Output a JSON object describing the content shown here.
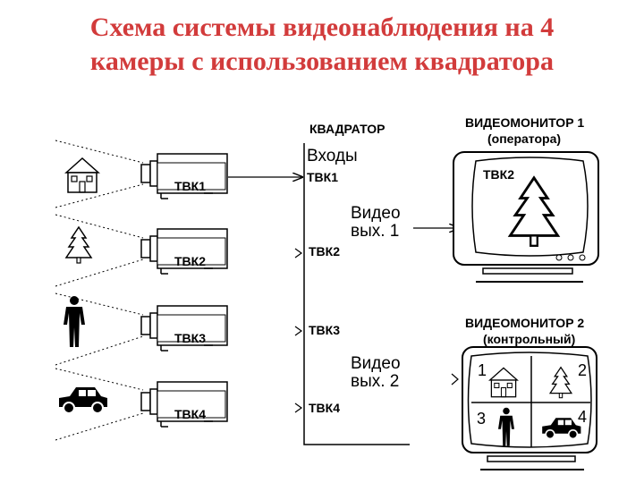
{
  "title": {
    "line1": "Схема системы видеонаблюдения на 4",
    "line2": "камеры с использованием квадратора"
  },
  "cameras": [
    "ТВК1",
    "ТВК2",
    "ТВК3",
    "ТВК4"
  ],
  "quadrator": {
    "title": "КВАДРАТОР",
    "inputs_label": "Входы",
    "inputs": [
      "ТВК1",
      "ТВК2",
      "ТВК3",
      "ТВК4"
    ],
    "out1": {
      "line1": "Видео",
      "line2": "вых. 1"
    },
    "out2": {
      "line1": "Видео",
      "line2": "вых. 2"
    }
  },
  "monitor1": {
    "title": "ВИДЕОМОНИТОР 1",
    "subtitle": "(оператора)",
    "screen_label": "ТВК2"
  },
  "monitor2": {
    "title": "ВИДЕОМОНИТОР 2",
    "subtitle": "(контрольный)",
    "quadrants": [
      "1",
      "2",
      "3",
      "4"
    ]
  },
  "colors": {
    "title": "#d23b3b",
    "line": "#000000"
  }
}
